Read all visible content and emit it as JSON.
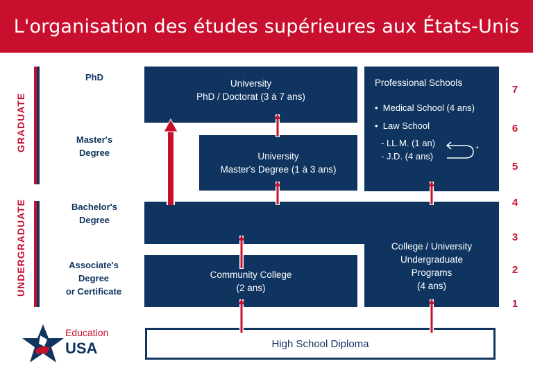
{
  "title": "L'organisation des études supérieures aux États-Unis",
  "side_labels": {
    "graduate": "GRADUATE",
    "undergraduate": "UNDERGRADUATE"
  },
  "degrees": {
    "phd": "PhD",
    "masters": [
      "Master's",
      "Degree"
    ],
    "bachelors": [
      "Bachelor's",
      "Degree"
    ],
    "associates": [
      "Associate's",
      "Degree",
      "or Certificate"
    ]
  },
  "boxes": {
    "phd": [
      "University",
      "PhD / Doctorat (3 à 7 ans)"
    ],
    "masters": [
      "University",
      "Master's Degree (1 à 3 ans)"
    ],
    "professional": {
      "title": "Professional Schools",
      "items": [
        "Medical School (4 ans)",
        "Law School"
      ],
      "subitems": [
        "- LL.M. (1 an)",
        "- J.D. (4 ans)"
      ],
      "plus": "+"
    },
    "college": [
      "College / University",
      "Undergraduate",
      "Programs",
      "(4 ans)"
    ],
    "community": [
      "Community College",
      "(2 ans)"
    ],
    "high_school": "High School Diploma"
  },
  "years": [
    "7",
    "6",
    "5",
    "4",
    "3",
    "2",
    "1"
  ],
  "logo": {
    "line1": "Education",
    "line2": "USA"
  },
  "colors": {
    "navy": "#0f3460",
    "red": "#c8102e",
    "white": "#ffffff"
  }
}
